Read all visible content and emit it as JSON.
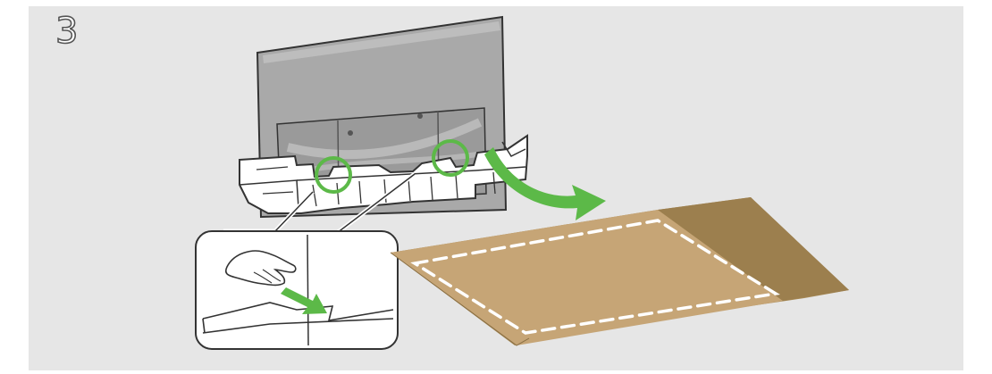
{
  "step_number": "3",
  "colors": {
    "background": "#e6e6e6",
    "highlight_green": "#5cb948",
    "mat_fill": "#c6a576",
    "mat_shadow": "#a78955",
    "outline": "#333333"
  },
  "icons": [
    "tv-back-panel",
    "packing-cushion",
    "hand-icon",
    "arrow-icon",
    "dashed-placement-area"
  ]
}
